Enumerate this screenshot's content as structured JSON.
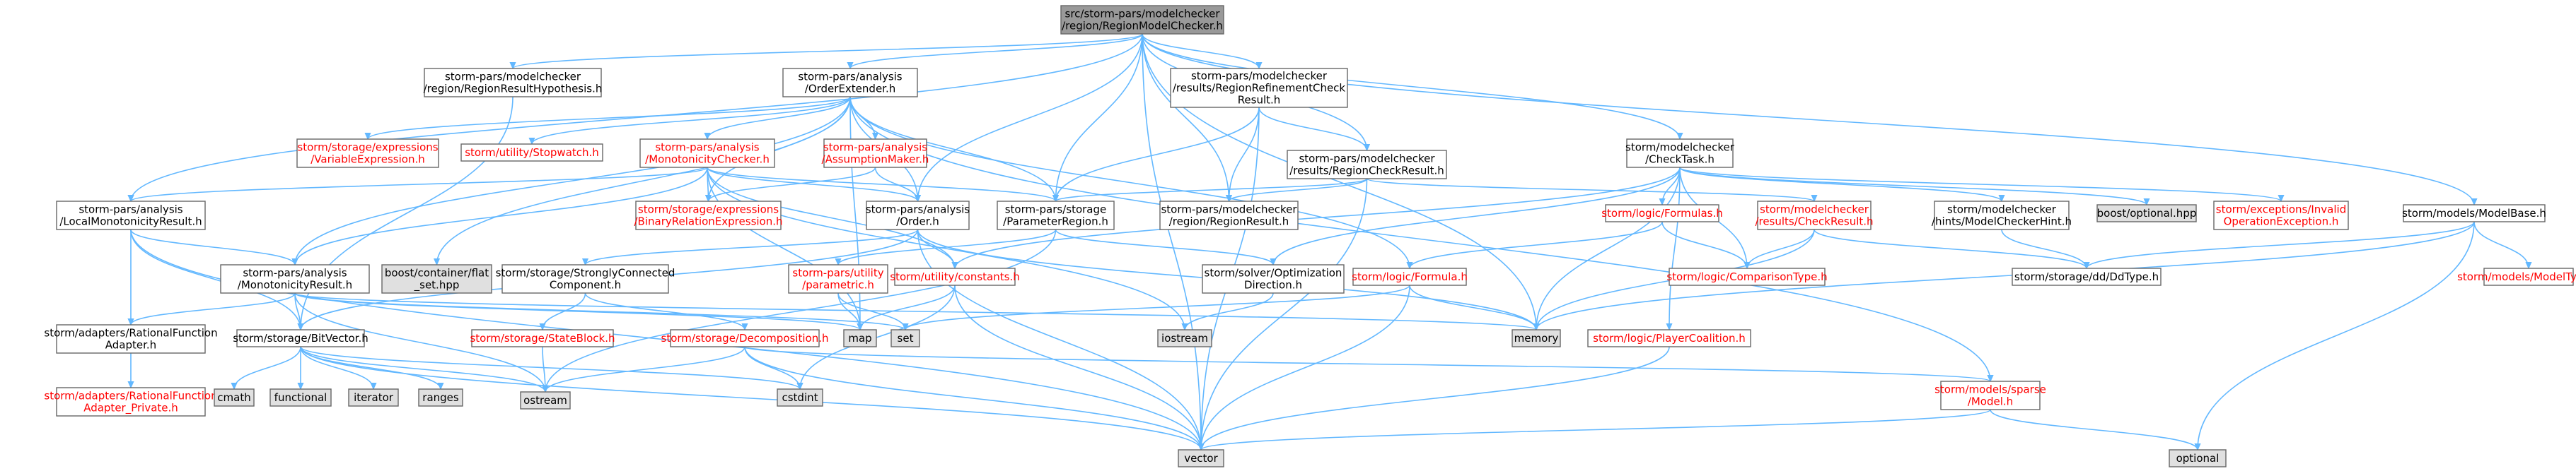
{
  "diagram": {
    "title": "src/storm-pars/modelchecker/region/RegionModelChecker.h",
    "colors": {
      "root_fill": "#999999",
      "documented_fill": "#ffffff",
      "documented_text": "#000000",
      "undocumented_fill": "#ffffff",
      "undocumented_border": "#ff0000",
      "undocumented_text": "#ff0000",
      "external_fill": "#e0e0e0",
      "external_text": "#000000",
      "edge": "#63b8ff",
      "border": "#666666"
    },
    "nodes": [
      {
        "id": "root",
        "kind": "root",
        "lines": [
          "src/storm-pars/modelchecker",
          "/region/RegionModelChecker.h"
        ]
      },
      {
        "id": "hyp",
        "kind": "doc",
        "lines": [
          "storm-pars/modelchecker",
          "/region/RegionResultHypothesis.h"
        ]
      },
      {
        "id": "ordext",
        "kind": "doc",
        "lines": [
          "storm-pars/analysis",
          "/OrderExtender.h"
        ]
      },
      {
        "id": "rrcr",
        "kind": "doc",
        "lines": [
          "storm-pars/modelchecker",
          "/results/RegionRefinementCheck",
          "Result.h"
        ]
      },
      {
        "id": "checktask",
        "kind": "doc",
        "lines": [
          "storm/modelchecker",
          "/CheckTask.h"
        ]
      },
      {
        "id": "modelbase",
        "kind": "doc",
        "lines": [
          "storm/models/ModelBase.h"
        ]
      },
      {
        "id": "lmr",
        "kind": "doc",
        "lines": [
          "storm-pars/analysis",
          "/LocalMonotonicityResult.h"
        ]
      },
      {
        "id": "varexpr",
        "kind": "undoc",
        "lines": [
          "storm/storage/expressions",
          "/VariableExpression.h"
        ]
      },
      {
        "id": "stopwatch",
        "kind": "undoc",
        "lines": [
          "storm/utility/Stopwatch.h"
        ]
      },
      {
        "id": "monochk",
        "kind": "undoc",
        "lines": [
          "storm-pars/analysis",
          "/MonotonicityChecker.h"
        ]
      },
      {
        "id": "assump",
        "kind": "undoc",
        "lines": [
          "storm-pars/analysis",
          "/AssumptionMaker.h"
        ]
      },
      {
        "id": "rcr",
        "kind": "doc",
        "lines": [
          "storm-pars/modelchecker",
          "/results/RegionCheckResult.h"
        ]
      },
      {
        "id": "binrel",
        "kind": "undoc",
        "lines": [
          "storm/storage/expressions",
          "/BinaryRelationExpression.h"
        ]
      },
      {
        "id": "order",
        "kind": "doc",
        "lines": [
          "storm-pars/analysis",
          "/Order.h"
        ]
      },
      {
        "id": "paramreg",
        "kind": "doc",
        "lines": [
          "storm-pars/storage",
          "/ParameterRegion.h"
        ]
      },
      {
        "id": "regres",
        "kind": "doc",
        "lines": [
          "storm-pars/modelchecker",
          "/region/RegionResult.h"
        ]
      },
      {
        "id": "formulas",
        "kind": "undoc",
        "lines": [
          "storm/logic/Formulas.h"
        ]
      },
      {
        "id": "chkresult",
        "kind": "undoc",
        "lines": [
          "storm/modelchecker",
          "/results/CheckResult.h"
        ]
      },
      {
        "id": "mchint",
        "kind": "doc",
        "lines": [
          "storm/modelchecker",
          "/hints/ModelCheckerHint.h"
        ]
      },
      {
        "id": "optional_boost",
        "kind": "ext",
        "lines": [
          "boost/optional.hpp"
        ]
      },
      {
        "id": "invalidop",
        "kind": "undoc",
        "lines": [
          "storm/exceptions/Invalid",
          "OperationException.h"
        ]
      },
      {
        "id": "monores",
        "kind": "doc",
        "lines": [
          "storm-pars/analysis",
          "/MonotonicityResult.h"
        ]
      },
      {
        "id": "flatset",
        "kind": "ext",
        "lines": [
          "boost/container/flat",
          "_set.hpp"
        ]
      },
      {
        "id": "scc",
        "kind": "doc",
        "lines": [
          "storm/storage/StronglyConnected",
          "Component.h"
        ]
      },
      {
        "id": "parametric",
        "kind": "undoc",
        "lines": [
          "storm-pars/utility",
          "/parametric.h"
        ]
      },
      {
        "id": "constants",
        "kind": "undoc",
        "lines": [
          "storm/utility/constants.h"
        ]
      },
      {
        "id": "optdir",
        "kind": "doc",
        "lines": [
          "storm/solver/Optimization",
          "Direction.h"
        ]
      },
      {
        "id": "formula",
        "kind": "undoc",
        "lines": [
          "storm/logic/Formula.h"
        ]
      },
      {
        "id": "comptype",
        "kind": "undoc",
        "lines": [
          "storm/logic/ComparisonType.h"
        ]
      },
      {
        "id": "ddtype",
        "kind": "doc",
        "lines": [
          "storm/storage/dd/DdType.h"
        ]
      },
      {
        "id": "modeltype",
        "kind": "undoc",
        "lines": [
          "storm/models/ModelType.h"
        ]
      },
      {
        "id": "ratadapter",
        "kind": "doc",
        "lines": [
          "storm/adapters/RationalFunction",
          "Adapter.h"
        ]
      },
      {
        "id": "bitvector",
        "kind": "doc",
        "lines": [
          "storm/storage/BitVector.h"
        ]
      },
      {
        "id": "stateblock",
        "kind": "undoc",
        "lines": [
          "storm/storage/StateBlock.h"
        ]
      },
      {
        "id": "decomp",
        "kind": "undoc",
        "lines": [
          "storm/storage/Decomposition.h"
        ]
      },
      {
        "id": "playercoal",
        "kind": "undoc",
        "lines": [
          "storm/logic/PlayerCoalition.h"
        ]
      },
      {
        "id": "sparsemodel",
        "kind": "undoc",
        "lines": [
          "storm/models/sparse",
          "/Model.h"
        ]
      },
      {
        "id": "ratpriv",
        "kind": "undoc",
        "lines": [
          "storm/adapters/RationalFunction",
          "Adapter_Private.h"
        ]
      },
      {
        "id": "map",
        "kind": "ext",
        "lines": [
          "map"
        ]
      },
      {
        "id": "set",
        "kind": "ext",
        "lines": [
          "set"
        ]
      },
      {
        "id": "memory",
        "kind": "ext",
        "lines": [
          "memory"
        ]
      },
      {
        "id": "iostream",
        "kind": "ext",
        "lines": [
          "iostream"
        ]
      },
      {
        "id": "cmath",
        "kind": "ext",
        "lines": [
          "cmath"
        ]
      },
      {
        "id": "functional",
        "kind": "ext",
        "lines": [
          "functional"
        ]
      },
      {
        "id": "iterator",
        "kind": "ext",
        "lines": [
          "iterator"
        ]
      },
      {
        "id": "ranges",
        "kind": "ext",
        "lines": [
          "ranges"
        ]
      },
      {
        "id": "ostream",
        "kind": "ext",
        "lines": [
          "ostream"
        ]
      },
      {
        "id": "cstdint",
        "kind": "ext",
        "lines": [
          "cstdint"
        ]
      },
      {
        "id": "vector",
        "kind": "ext",
        "lines": [
          "vector"
        ]
      },
      {
        "id": "optional",
        "kind": "ext",
        "lines": [
          "optional"
        ]
      }
    ],
    "edges": [
      [
        "root",
        "hyp"
      ],
      [
        "root",
        "ordext"
      ],
      [
        "root",
        "rrcr"
      ],
      [
        "root",
        "checktask"
      ],
      [
        "root",
        "modelbase"
      ],
      [
        "root",
        "lmr"
      ],
      [
        "root",
        "order"
      ],
      [
        "root",
        "paramreg"
      ],
      [
        "root",
        "regres"
      ],
      [
        "root",
        "rcr"
      ],
      [
        "root",
        "memory"
      ],
      [
        "root",
        "vector"
      ],
      [
        "hyp",
        "bitvector"
      ],
      [
        "ordext",
        "varexpr"
      ],
      [
        "ordext",
        "stopwatch"
      ],
      [
        "ordext",
        "monochk"
      ],
      [
        "ordext",
        "assump"
      ],
      [
        "ordext",
        "binrel"
      ],
      [
        "ordext",
        "order"
      ],
      [
        "ordext",
        "paramreg"
      ],
      [
        "ordext",
        "monores"
      ],
      [
        "ordext",
        "flatset"
      ],
      [
        "ordext",
        "formula"
      ],
      [
        "ordext",
        "sparsemodel"
      ],
      [
        "ordext",
        "map"
      ],
      [
        "monochk",
        "lmr"
      ],
      [
        "monochk",
        "binrel"
      ],
      [
        "monochk",
        "order"
      ],
      [
        "monochk",
        "paramreg"
      ],
      [
        "monochk",
        "monores"
      ],
      [
        "monochk",
        "constants"
      ],
      [
        "monochk",
        "map"
      ],
      [
        "monochk",
        "iostream"
      ],
      [
        "assump",
        "binrel"
      ],
      [
        "assump",
        "order"
      ],
      [
        "lmr",
        "monores"
      ],
      [
        "lmr",
        "ratadapter"
      ],
      [
        "lmr",
        "bitvector"
      ],
      [
        "lmr",
        "vector"
      ],
      [
        "order",
        "scc"
      ],
      [
        "order",
        "constants"
      ],
      [
        "order",
        "memory"
      ],
      [
        "order",
        "vector"
      ],
      [
        "order",
        "bitvector"
      ],
      [
        "paramreg",
        "parametric"
      ],
      [
        "paramreg",
        "optdir"
      ],
      [
        "paramreg",
        "ostream"
      ],
      [
        "rrcr",
        "rcr"
      ],
      [
        "rrcr",
        "regres"
      ],
      [
        "rrcr",
        "paramreg"
      ],
      [
        "rrcr",
        "vector"
      ],
      [
        "rcr",
        "chkresult"
      ],
      [
        "rcr",
        "regres"
      ],
      [
        "rcr",
        "paramreg"
      ],
      [
        "rcr",
        "vector"
      ],
      [
        "checktask",
        "formulas"
      ],
      [
        "checktask",
        "comptype"
      ],
      [
        "checktask",
        "mchint"
      ],
      [
        "checktask",
        "optional_boost"
      ],
      [
        "checktask",
        "invalidop"
      ],
      [
        "checktask",
        "memory"
      ],
      [
        "checktask",
        "optdir"
      ],
      [
        "checktask",
        "playercoal"
      ],
      [
        "checktask",
        "constants"
      ],
      [
        "formulas",
        "formula"
      ],
      [
        "formulas",
        "comptype"
      ],
      [
        "chkresult",
        "comptype"
      ],
      [
        "chkresult",
        "ddtype"
      ],
      [
        "chkresult",
        "memory"
      ],
      [
        "mchint",
        "ddtype"
      ],
      [
        "modelbase",
        "ddtype"
      ],
      [
        "modelbase",
        "modeltype"
      ],
      [
        "modelbase",
        "memory"
      ],
      [
        "modelbase",
        "optional"
      ],
      [
        "monores",
        "bitvector"
      ],
      [
        "monores",
        "map"
      ],
      [
        "monores",
        "set"
      ],
      [
        "monores",
        "memory"
      ],
      [
        "monores",
        "ostream"
      ],
      [
        "monores",
        "ratadapter"
      ],
      [
        "scc",
        "stateblock"
      ],
      [
        "scc",
        "decomp"
      ],
      [
        "parametric",
        "map"
      ],
      [
        "parametric",
        "set"
      ],
      [
        "constants",
        "map"
      ],
      [
        "constants",
        "cstdint"
      ],
      [
        "constants",
        "vector"
      ],
      [
        "optdir",
        "iostream"
      ],
      [
        "formula",
        "memory"
      ],
      [
        "formula",
        "set"
      ],
      [
        "formula",
        "vector"
      ],
      [
        "ratadapter",
        "ratpriv"
      ],
      [
        "bitvector",
        "cmath"
      ],
      [
        "bitvector",
        "functional"
      ],
      [
        "bitvector",
        "iterator"
      ],
      [
        "bitvector",
        "ranges"
      ],
      [
        "bitvector",
        "ostream"
      ],
      [
        "bitvector",
        "cstdint"
      ],
      [
        "bitvector",
        "vector"
      ],
      [
        "stateblock",
        "ostream"
      ],
      [
        "decomp",
        "ostream"
      ],
      [
        "decomp",
        "cstdint"
      ],
      [
        "decomp",
        "vector"
      ],
      [
        "decomp",
        "sparsemodel"
      ],
      [
        "playercoal",
        "vector"
      ],
      [
        "sparsemodel",
        "vector"
      ],
      [
        "sparsemodel",
        "optional"
      ]
    ]
  }
}
